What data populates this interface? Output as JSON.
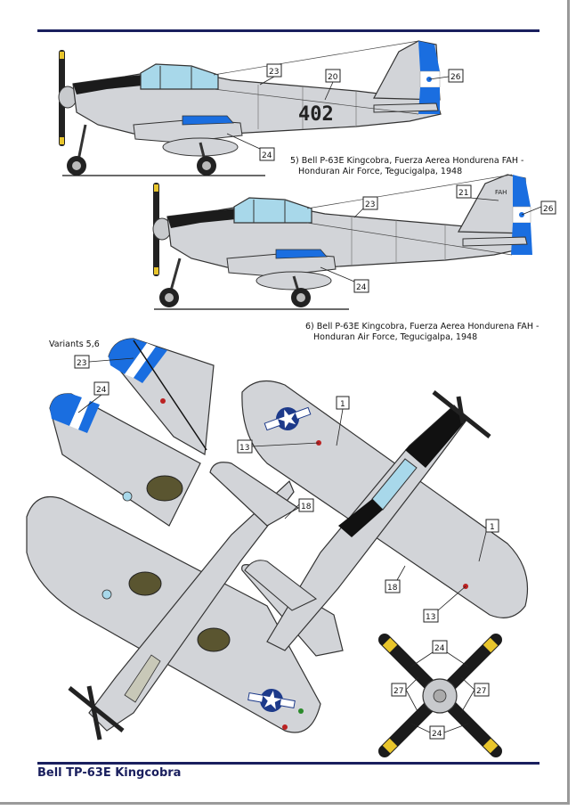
{
  "page": {
    "footer_title": "Bell TP-63E Kingcobra"
  },
  "profiles": [
    {
      "caption_line1": "5) Bell P-63E Kingcobra, Fuerza Aerea Hondurena FAH -",
      "caption_line2": "Honduran Air Force, Tegucigalpa, 1948",
      "serial": "402",
      "callouts": [
        "23",
        "20",
        "26",
        "24"
      ]
    },
    {
      "caption_line1": "6) Bell P-63E Kingcobra, Fuerza Aerea Hondurena FAH -",
      "caption_line2": "Honduran Air Force, Tegucigalpa, 1948",
      "fin_text": "FAH",
      "callouts": [
        "21",
        "23",
        "26",
        "24"
      ]
    }
  ],
  "wing_tips": {
    "label": "Variants 5,6",
    "callouts": [
      "23",
      "24"
    ]
  },
  "top_view": {
    "callouts": [
      "1",
      "13",
      "18",
      "1",
      "18",
      "13"
    ]
  },
  "propeller": {
    "callouts": [
      "24",
      "27",
      "27",
      "24"
    ]
  },
  "colors": {
    "navy": "#1a1f5e",
    "aircraft_grey": "#d2d4d8",
    "hondurus_blue": "#1a6ee0",
    "canopy": "#a8d8ea",
    "star_blue": "#1d3a8a"
  }
}
